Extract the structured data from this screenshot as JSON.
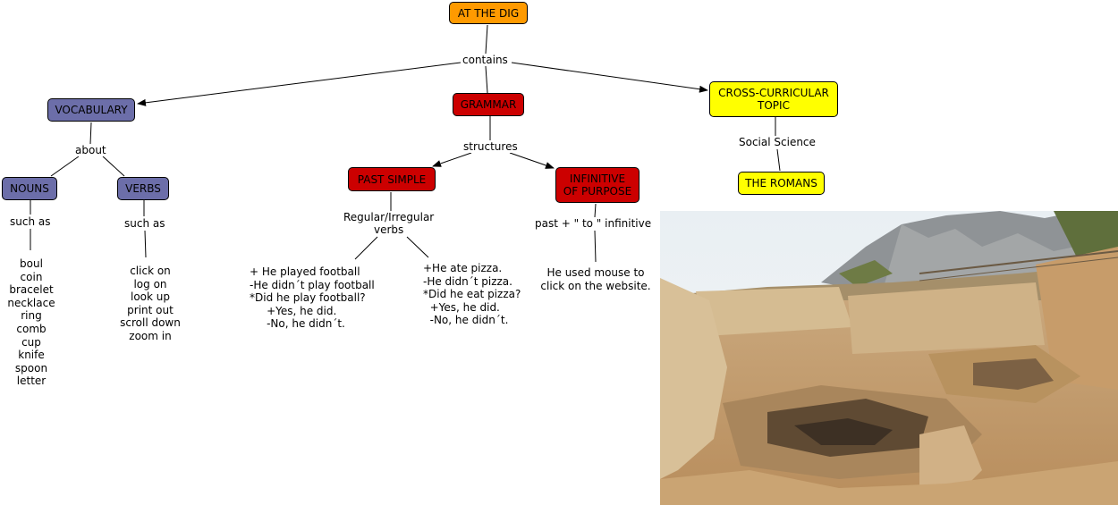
{
  "root": {
    "label": "AT THE DIG"
  },
  "root_link": "contains",
  "vocabulary": {
    "label": "VOCABULARY",
    "link": "about",
    "nouns": {
      "label": "NOUNS",
      "link": "such as",
      "items": "boul\ncoin\nbracelet\nnecklace\nring\ncomb\ncup\nknife\nspoon\nletter"
    },
    "verbs": {
      "label": "VERBS",
      "link": "such as",
      "items": "click on\nlog on\nlook up\nprint out\nscroll down\nzoom in"
    }
  },
  "grammar": {
    "label": "GRAMMAR",
    "link": "structures",
    "past_simple": {
      "label": "PAST SIMPLE",
      "link": "Regular/Irregular\nverbs",
      "example1": "+ He played football\n-He didn´t play football\n*Did he play football?\n     +Yes, he did.\n     -No, he didn´t.",
      "example2": "+He ate pizza.\n-He didn´t pizza.\n*Did he eat pizza?\n  +Yes, he did.\n  -No, he didn´t."
    },
    "infinitive": {
      "label": "INFINITIVE\nOF PURPOSE",
      "link": "past + \" to \" infinitive",
      "example": "He used mouse to\nclick on the website."
    }
  },
  "cross": {
    "label": "CROSS-CURRICULAR\nTOPIC",
    "link": "Social Science",
    "topic": {
      "label": "THE ROMANS"
    }
  },
  "colors": {
    "root": "#ff9a00",
    "vocabulary": "#6c6ea9",
    "grammar": "#cc0000",
    "cross": "#ffff00"
  }
}
